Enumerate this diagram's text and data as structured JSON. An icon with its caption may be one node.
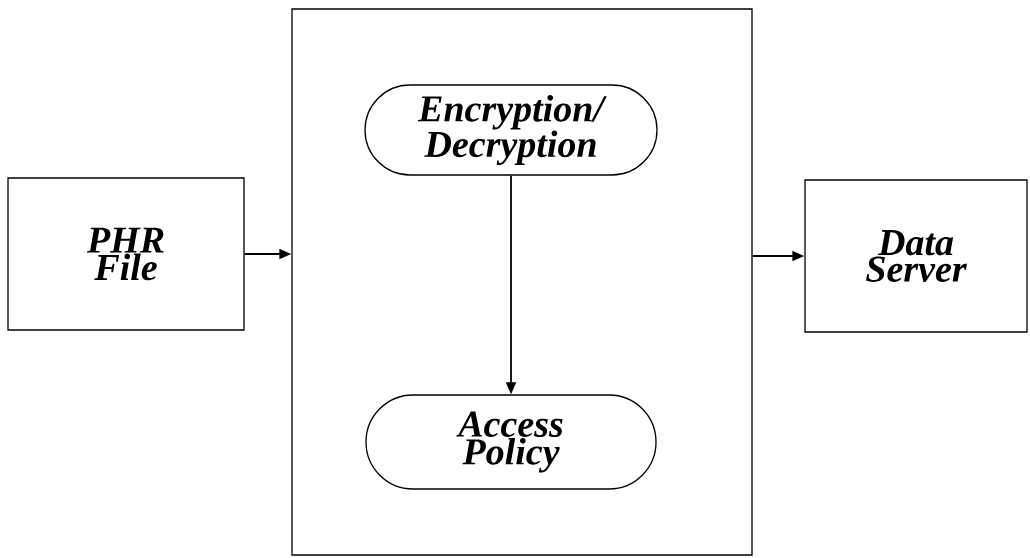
{
  "diagram": {
    "nodes": [
      {
        "text": [
          "PHR File"
        ]
      },
      {
        "text": [],
        "shape": "box"
      },
      {
        "text": [
          "Encryption/ Decryption"
        ],
        "in": 1
      },
      {
        "text": [
          "Access Policy"
        ],
        "in": 1
      },
      {
        "text": [
          "Data Server"
        ]
      }
    ],
    "edges": [
      {
        "from": 0,
        "to": 1,
        "arrow": "to"
      },
      {
        "from": 2,
        "to": 3,
        "arrow": "to"
      },
      {
        "from": 1,
        "to": 4,
        "arrow": "to"
      }
    ]
  }
}
